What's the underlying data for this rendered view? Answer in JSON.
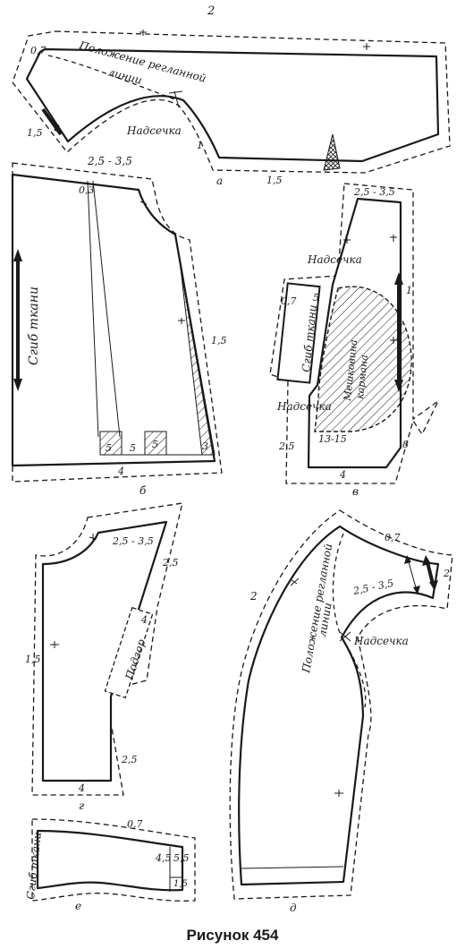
{
  "figure_caption": "Рисунок 454",
  "pieces": {
    "a": {
      "letter": "а",
      "allowance_top": "2",
      "allowance_neck": "0,7",
      "allowance_left": "1,5",
      "allowance_bottom": "1,5",
      "allowance_armhole": "1",
      "raglan_text_1": "Положение регланной",
      "raglan_text_2": "линии",
      "notch_text": "Надсечка"
    },
    "b": {
      "letter": "б",
      "allowance_top": "2,5 - 3,5",
      "dart_top": "0,3",
      "allowance_side": "1,5",
      "allowance_bottom": "4",
      "hem_a": "5",
      "hem_b": "5",
      "hem_c": "5",
      "hem_d": "3",
      "fold_text": "Сгиб ткани"
    },
    "v": {
      "letter": "в",
      "allowance_top": "2,5 - 3,5",
      "allowance_right": "1",
      "allowance_left": "0,7",
      "strip_value": "5",
      "allowance_low": "2,5",
      "allowance_bottom": "4",
      "allowance_corner": "8",
      "pocket_size": "13-15",
      "notch_top": "Надсечка",
      "notch_bottom": "Надсечка",
      "fold_text": "Сгиб ткани",
      "pocket_text_1": "Мешковина",
      "pocket_text_2": "кармана"
    },
    "g": {
      "letter": "г",
      "allowance_top": "2,5 - 3,5",
      "allowance_right": "2,5",
      "allowance_left": "1,5",
      "allowance_low": "2,5",
      "allowance_bottom": "4",
      "facing_value": "4",
      "facing_text": "Подзор"
    },
    "d": {
      "letter": "д",
      "allowance_top": "0,7",
      "allowance_shoulder": "2",
      "allowance_left": "2",
      "allowance_armhole": "2,5 - 3,5",
      "raglan_text_1": "Положение регланной",
      "raglan_text_2": "линии",
      "notch_text": "Надсечка"
    },
    "e": {
      "letter": "е",
      "allowance_top": "0,7",
      "value_a": "4,5",
      "value_b": "5,5",
      "value_c": "1,5",
      "fold_text": "Сгиб ткани"
    }
  }
}
